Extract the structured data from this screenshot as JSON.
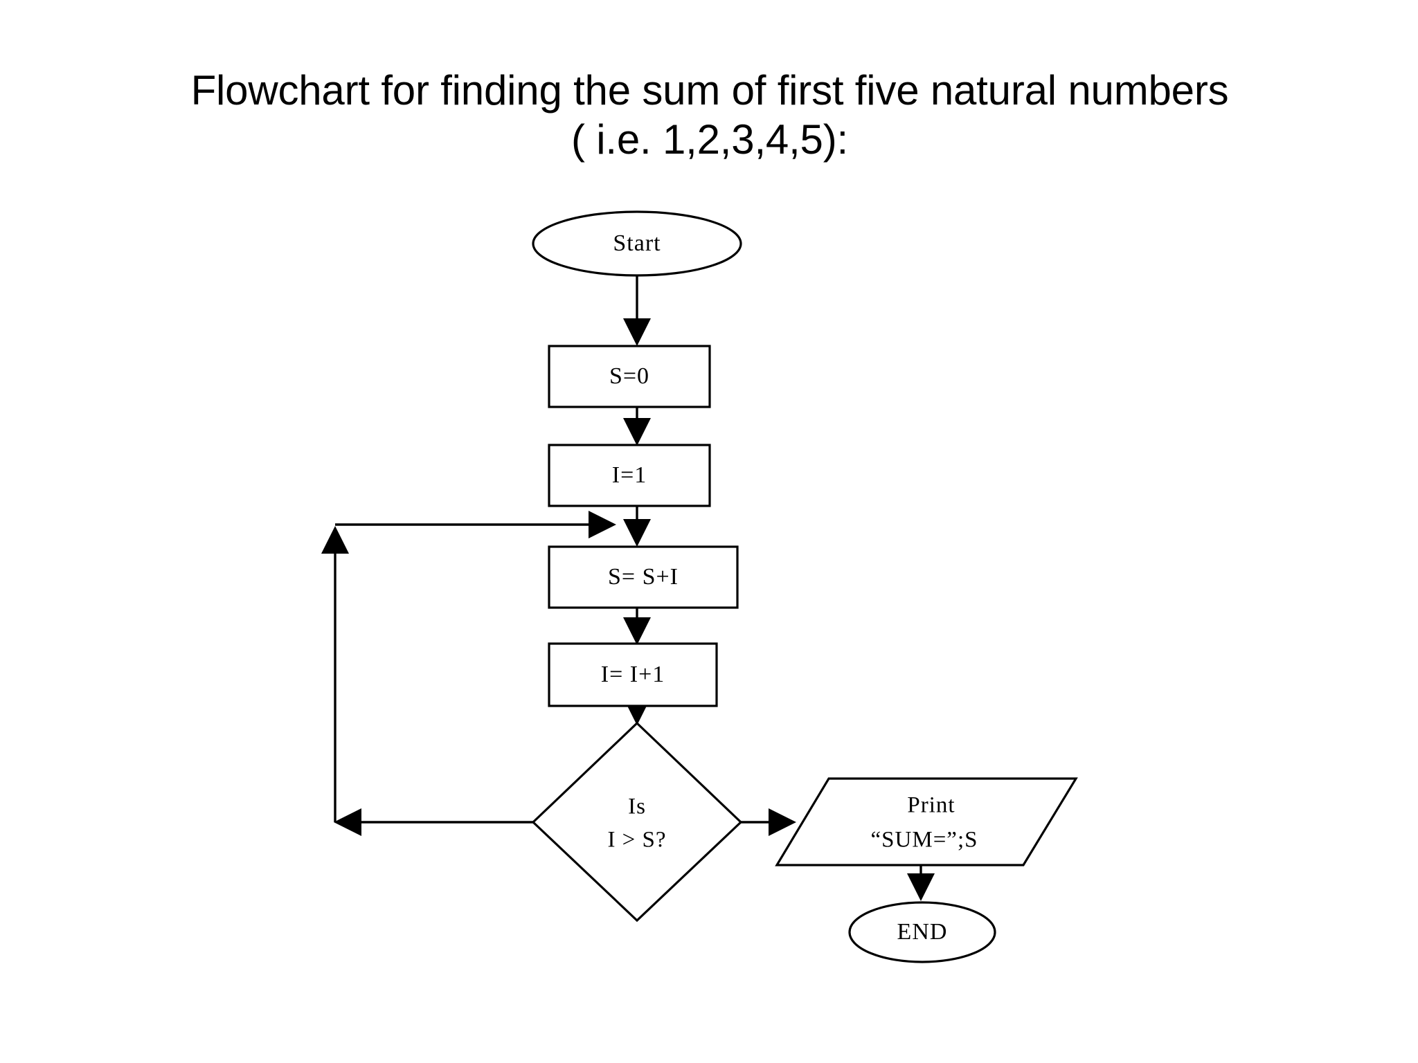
{
  "slide": {
    "background_color": "#ffffff",
    "ink_color": "#000000"
  },
  "title": {
    "line1": "Flowchart for finding the sum of first five natural numbers",
    "line2": "( i.e. 1,2,3,4,5):"
  },
  "chart_data": {
    "type": "diagram",
    "diagram_kind": "flowchart",
    "title": "Flowchart for finding the sum of first five natural numbers ( i.e. 1,2,3,4,5):",
    "nodes": [
      {
        "id": "start",
        "shape": "ellipse",
        "label": "Start"
      },
      {
        "id": "init_s",
        "shape": "process",
        "label": "S=0"
      },
      {
        "id": "init_i",
        "shape": "process",
        "label": "I=1"
      },
      {
        "id": "add",
        "shape": "process",
        "label": "S= S+I"
      },
      {
        "id": "incr",
        "shape": "process",
        "label": "I= I+1"
      },
      {
        "id": "decision",
        "shape": "diamond",
        "label_line1": "Is",
        "label_line2": "I > S?"
      },
      {
        "id": "print",
        "shape": "parallelogram",
        "label_line1": "Print",
        "label_line2": "“SUM=”;S"
      },
      {
        "id": "end",
        "shape": "ellipse",
        "label": "END"
      }
    ],
    "edges": [
      {
        "from": "start",
        "to": "init_s",
        "label": ""
      },
      {
        "from": "init_s",
        "to": "init_i",
        "label": ""
      },
      {
        "from": "init_i",
        "to": "add",
        "label": ""
      },
      {
        "from": "add",
        "to": "incr",
        "label": ""
      },
      {
        "from": "incr",
        "to": "decision",
        "label": ""
      },
      {
        "from": "decision",
        "to": "print",
        "label": ""
      },
      {
        "from": "decision",
        "to": "add",
        "label": "",
        "route": "loop-back-left"
      },
      {
        "from": "print",
        "to": "end",
        "label": ""
      }
    ]
  },
  "nodes": {
    "start": {
      "label": "Start"
    },
    "init_s": {
      "label": "S=0"
    },
    "init_i": {
      "label": "I=1"
    },
    "add": {
      "label": "S= S+I"
    },
    "incr": {
      "label": "I= I+1"
    },
    "decision": {
      "line1": "Is",
      "line2": "I > S?"
    },
    "print": {
      "line1": "Print",
      "line2": "“SUM=”;S"
    },
    "end": {
      "label": "END"
    }
  }
}
